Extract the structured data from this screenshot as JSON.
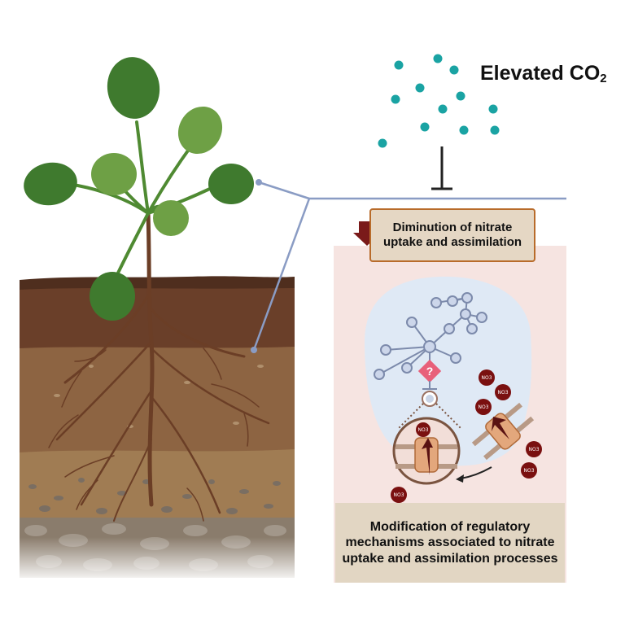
{
  "header": {
    "co2_text": "Elevated CO",
    "co2_subscript": "2"
  },
  "boxes": {
    "top": "Diminution of nitrate uptake and assimilation",
    "bottom": "Modification of regulatory mechanisms associated to nitrate uptake and assimilation processes"
  },
  "symbols": {
    "question_mark": "?",
    "nitrate_label": "NO3"
  },
  "colors": {
    "co2_dot": "#1aa3a3",
    "leaf": "#3f7a2e",
    "soil_dark": "#5a3522",
    "panel_bg": "#f6e4e1",
    "box_border": "#b86b2a",
    "down_arrow": "#7a1a1a",
    "nitrate_ion": "#7a1010",
    "connector_line": "#8a9cc4"
  }
}
